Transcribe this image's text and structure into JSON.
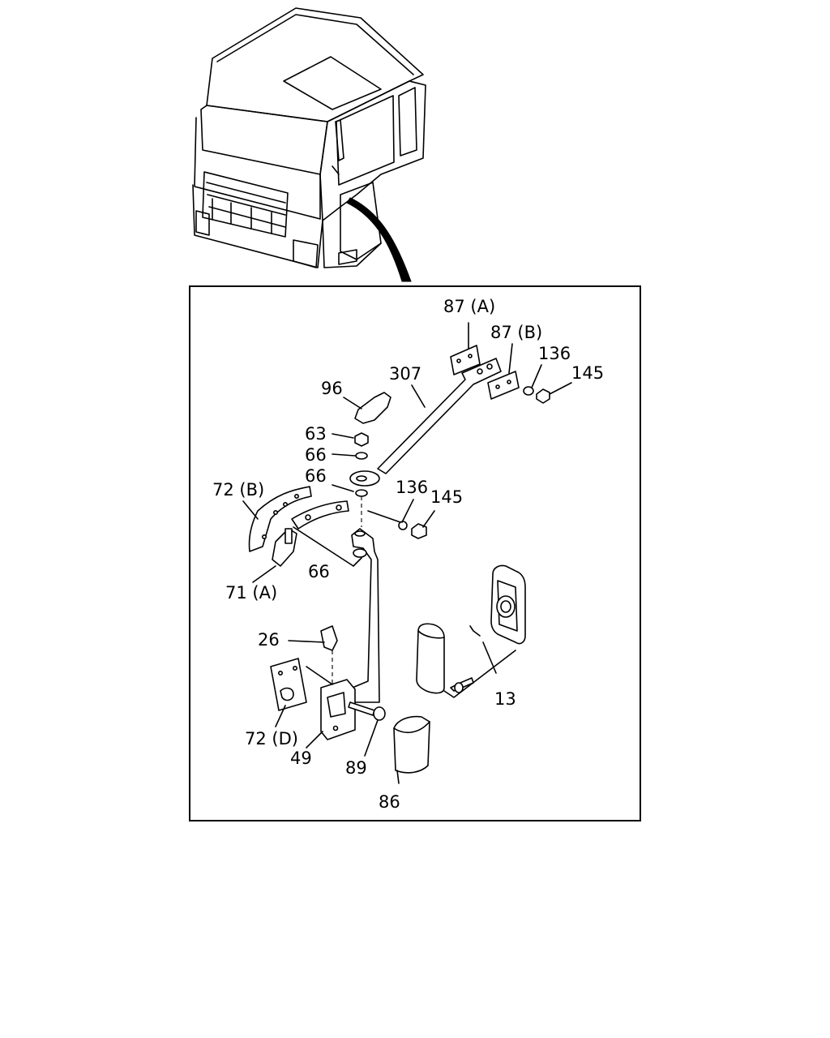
{
  "labels": {
    "l87a": "87 (A)",
    "l87b": "87 (B)",
    "l136a": "136",
    "l145a": "145",
    "l307": "307",
    "l96": "96",
    "l63": "63",
    "l66a": "66",
    "l66b": "66",
    "l72b": "72 (B)",
    "l136b": "136",
    "l145b": "145",
    "l71a": "71 (A)",
    "l66c": "66",
    "l26": "26",
    "l13": "13",
    "l72d": "72 (D)",
    "l49": "49",
    "l89": "89",
    "l86": "86"
  }
}
